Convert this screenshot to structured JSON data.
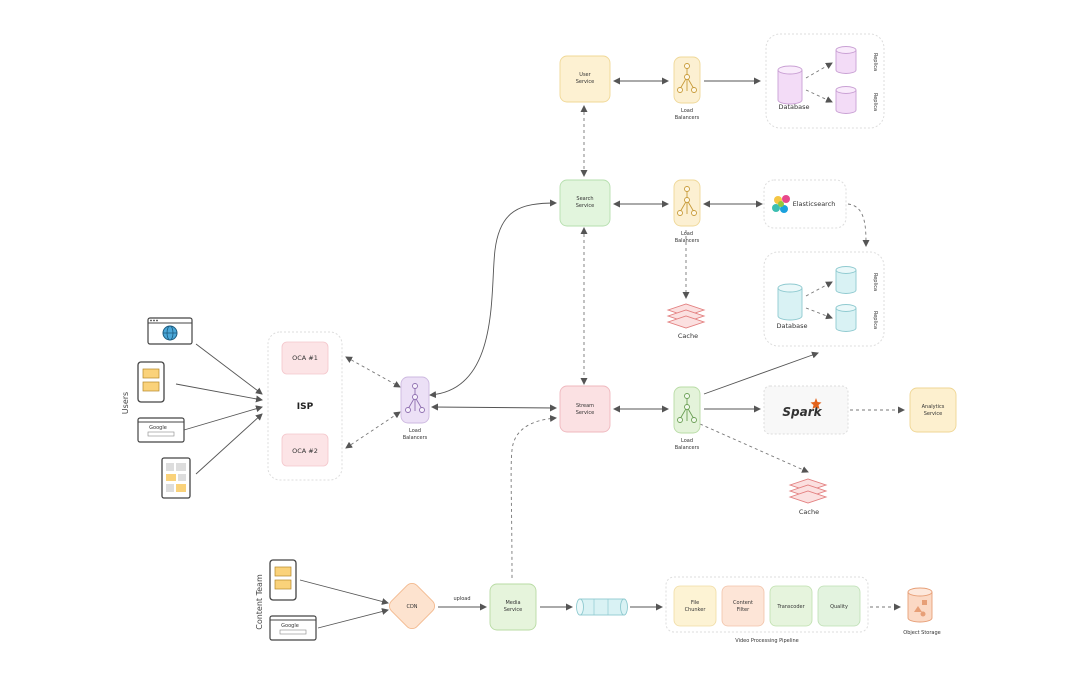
{
  "labels": {
    "users": "Users",
    "content_team": "Content Team",
    "isp": "ISP",
    "oca1": "OCA #1",
    "oca2": "OCA #2",
    "lb_left": [
      "Load",
      "Balancers"
    ],
    "user_service": [
      "User",
      "Service"
    ],
    "search_service": [
      "Search",
      "Service"
    ],
    "stream_service": [
      "Stream",
      "Service"
    ],
    "media_service": [
      "Media",
      "Service"
    ],
    "lb_top": [
      "Load",
      "Balancers"
    ],
    "lb_mid": [
      "Load",
      "Balancers"
    ],
    "lb_bot": [
      "Load",
      "Balancers"
    ],
    "database_top": "Database",
    "database_mid": "Database",
    "replica": "Replica",
    "elasticsearch": "Elasticsearch",
    "cache": "Cache",
    "spark": "Spark",
    "analytics_service": [
      "Analytics",
      "Service"
    ],
    "cdn": "CDN",
    "upload": "upload",
    "file_chunker": [
      "File",
      "Chunker"
    ],
    "content_filter": [
      "Content",
      "Filter"
    ],
    "transcoder": "Transcoder",
    "quality": "Quality",
    "pipeline": "Video Processing Pipeline",
    "object_storage": "Object Storage",
    "google": "Google"
  },
  "colors": {
    "user_service": "#fdf1d2",
    "search_service": "#e2f5dd",
    "stream_service": "#fbe1e3",
    "media_service": "#e6f4dc",
    "lb_left": "#ece0f6",
    "lb_top": "#fcf0d2",
    "lb_mid": "#fcf0d2",
    "lb_bot": "#e4f3da",
    "cylinder_purple": "#f3dcf7",
    "cylinder_teal": "#d9f2f4",
    "oca": "#fce4e6",
    "cache": "#ef8d8d",
    "cdn": "#fde3cf",
    "chunker": "#fdf3d4",
    "filter": "#fde5d7",
    "transcoder": "#e6f4dd",
    "quality_box": "#e3f3df",
    "storage": "#fbd9c5",
    "analytics": "#fdf0cf",
    "spark_orange": "#e2621b"
  },
  "icons": [
    "globe-icon",
    "load-balancer-icon",
    "database-cylinder-icon",
    "elasticsearch-logo",
    "spark-logo",
    "cache-stack-icon",
    "queue-cylinder-icon",
    "object-storage-icon",
    "mobile-device-icon",
    "browser-window-icon",
    "tablet-icon"
  ]
}
